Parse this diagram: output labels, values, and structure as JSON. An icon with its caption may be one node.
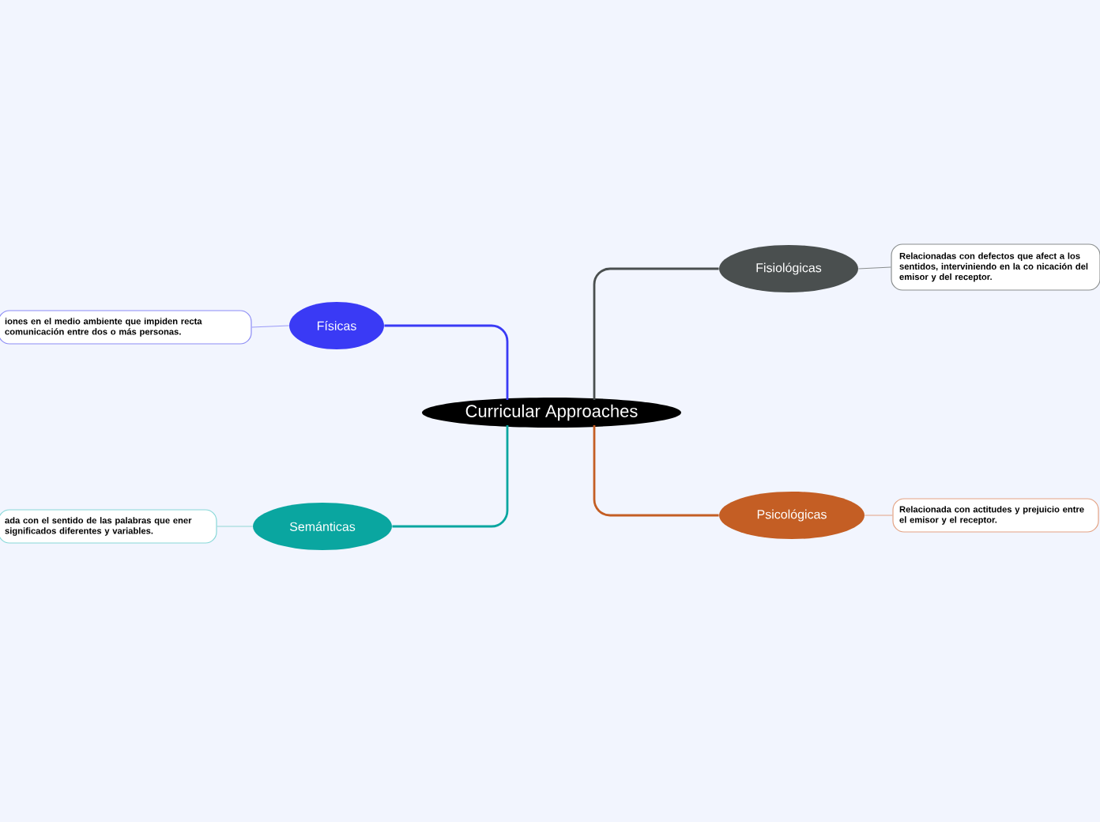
{
  "diagram": {
    "nodes": [
      {
        "text": [
          "Curricular Approaches"
        ]
      },
      {
        "text": [
          "Físicas"
        ]
      },
      {
        "text": [
          "Semánticas"
        ]
      },
      {
        "text": [
          "Fisiológicas"
        ]
      },
      {
        "text": [
          "Psicológicas"
        ]
      },
      {
        "text": [
          "iones en el medio ambiente que impiden recta comunicación entre dos o más personas."
        ]
      },
      {
        "text": [
          "ada con el sentido de las palabras que ener significados diferentes y variables."
        ]
      },
      {
        "text": [
          "Relacionadas con defectos que afect a los sentidos, interviniendo en la co nicación del emisor y del receptor."
        ]
      },
      {
        "text": [
          "Relacionada con actitudes y prejuicio entre el emisor y el receptor."
        ]
      }
    ],
    "edges": [
      {
        "from": 0,
        "to": 1,
        "arrow": "none",
        "color": "#3a3af5"
      },
      {
        "from": 0,
        "to": 2,
        "arrow": "none",
        "color": "#0aa6a0"
      },
      {
        "from": 0,
        "to": 3,
        "arrow": "none",
        "color": "#4a4f4f"
      },
      {
        "from": 0,
        "to": 4,
        "arrow": "none",
        "color": "#c45e24"
      },
      {
        "from": 1,
        "to": 5,
        "arrow": "none",
        "color": "#9a9af7"
      },
      {
        "from": 2,
        "to": 6,
        "arrow": "none",
        "color": "#8fd6d3"
      },
      {
        "from": 3,
        "to": 7,
        "arrow": "none",
        "color": "#8a8e8e"
      },
      {
        "from": 4,
        "to": 8,
        "arrow": "none",
        "color": "#e3a283"
      }
    ]
  }
}
